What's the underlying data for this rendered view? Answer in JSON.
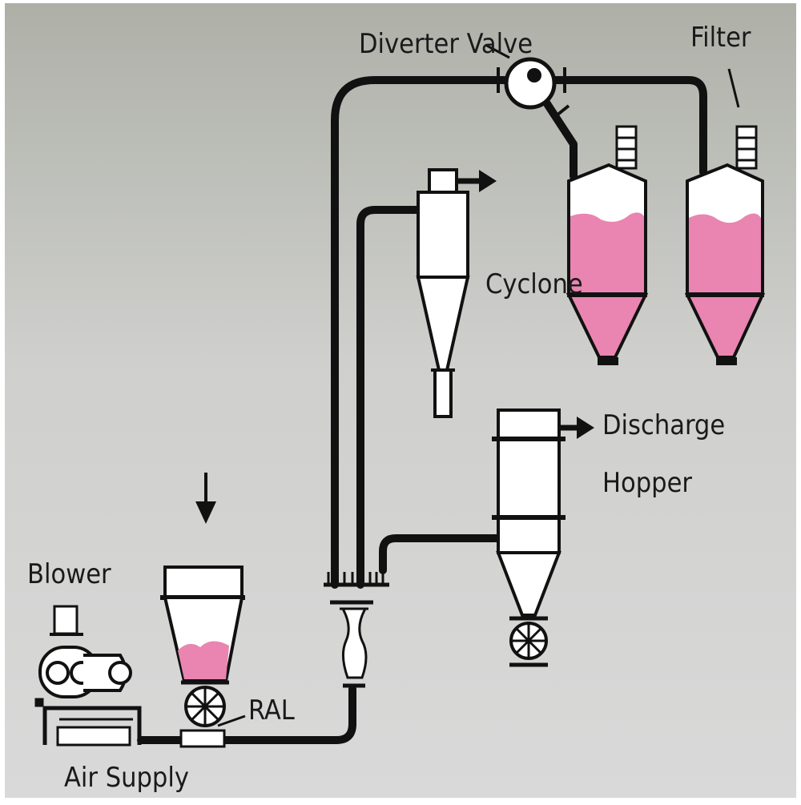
{
  "labels": {
    "diverter_valve": "Diverter Valve",
    "filter": "Filter",
    "cyclone": "Cyclone",
    "discharge_hopper_line1": "Discharge",
    "discharge_hopper_line2": "Hopper",
    "blower": "Blower",
    "ral": "RAL",
    "air_supply": "Air Supply"
  },
  "colors": {
    "background_top": "#aeb0a8",
    "background_bottom": "#d6d6d6",
    "pipe": "#111111",
    "material": "#e985b0",
    "vessel_fill": "#ffffff"
  }
}
